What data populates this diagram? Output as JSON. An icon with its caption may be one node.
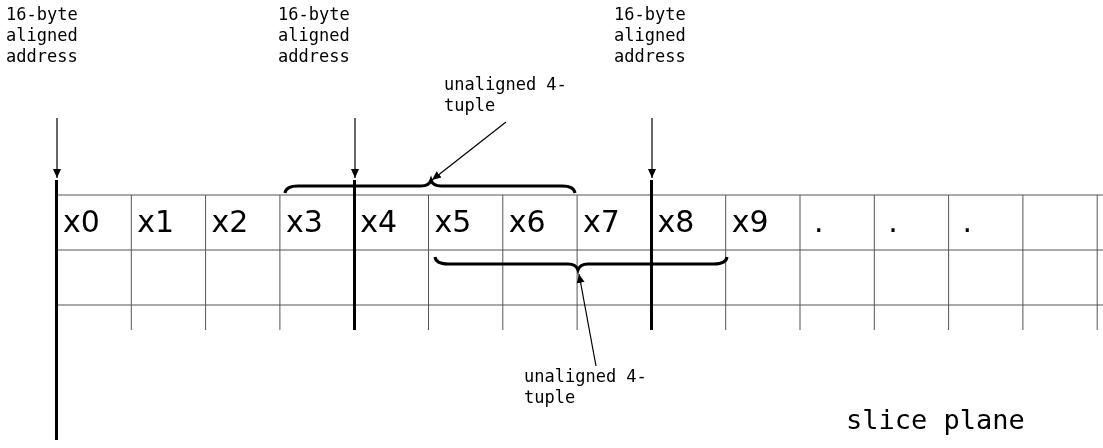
{
  "diagram": {
    "nodes": [
      {
        "text": [
          "16-byte aligned address"
        ]
      },
      {
        "text": [
          "16-byte aligned address"
        ]
      },
      {
        "text": [
          "16-byte aligned address"
        ]
      },
      {
        "text": [
          "unaligned 4-tuple"
        ]
      },
      {
        "text": [
          "unaligned 4-tuple"
        ]
      },
      {
        "text": [],
        "shape": "bar"
      },
      {
        "text": [],
        "shape": "bar"
      },
      {
        "text": [],
        "shape": "bar"
      },
      {
        "text": [],
        "shape": "brace"
      },
      {
        "text": [],
        "shape": "brace"
      }
    ],
    "edges": [
      {
        "from": 0,
        "to": 5,
        "arrow": "to"
      },
      {
        "from": 1,
        "to": 6,
        "arrow": "to"
      },
      {
        "from": 2,
        "to": 7,
        "arrow": "to"
      },
      {
        "from": 3,
        "to": 8,
        "arrow": "to"
      },
      {
        "from": 4,
        "to": 9,
        "arrow": "to"
      }
    ],
    "labels": [
      "x0",
      "x1",
      "x2",
      "x3",
      "x4",
      "x5",
      "x6",
      "x7",
      "x8",
      "x9",
      ".",
      ".",
      ".",
      "slice plane"
    ]
  }
}
